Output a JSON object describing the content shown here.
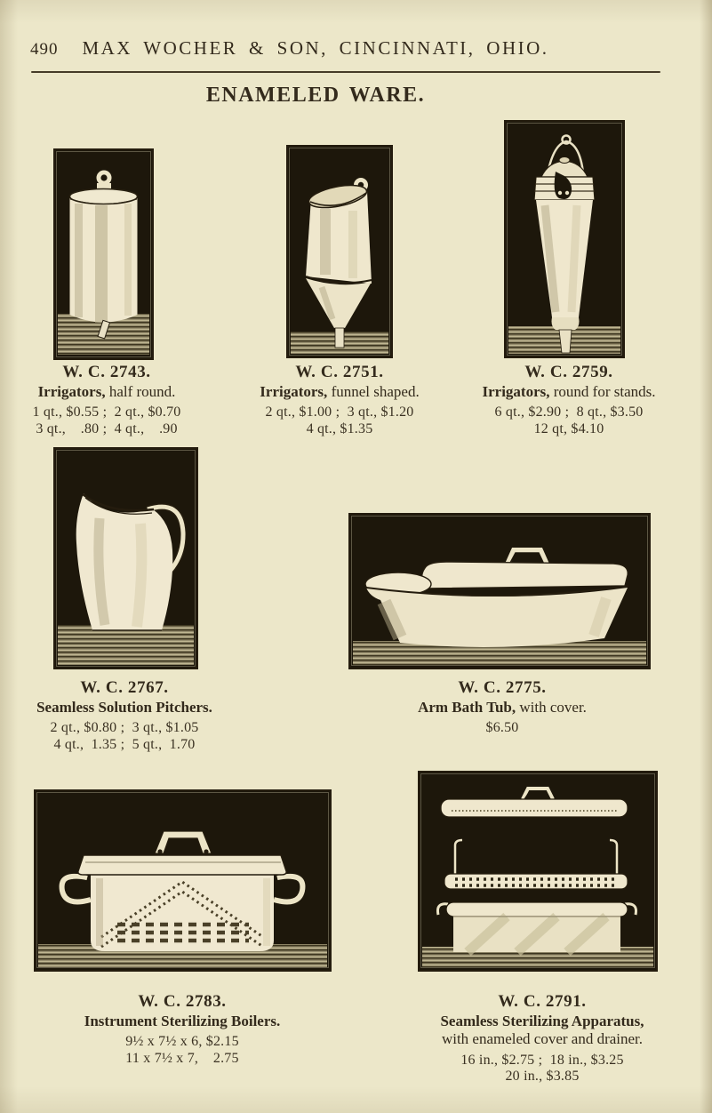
{
  "page": {
    "number": "490",
    "publisher": "MAX WOCHER & SON, CINCINNATI, OHIO.",
    "section_title": "ENAMELED WARE."
  },
  "colors": {
    "paper": "#ece7c9",
    "ink": "#332a1c",
    "engraving_background": "#1d170b",
    "engraving_cream": "#efe7cd"
  },
  "products": [
    {
      "code": "W. C. 2743.",
      "name_bold": "Irrigators,",
      "name_rest": " half round.",
      "prices": [
        "1 qt., $0.55 ;  2 qt., $0.70",
        "3 qt.,    .80 ;  4 qt.,    .90"
      ]
    },
    {
      "code": "W. C. 2751.",
      "name_bold": "Irrigators,",
      "name_rest": " funnel shaped.",
      "prices": [
        "2 qt., $1.00 ;  3 qt., $1.20",
        "4 qt., $1.35"
      ]
    },
    {
      "code": "W. C. 2759.",
      "name_bold": "Irrigators,",
      "name_rest": " round for stands.",
      "prices": [
        "6 qt., $2.90 ;  8 qt., $3.50",
        "12 qt, $4.10"
      ]
    },
    {
      "code": "W. C. 2767.",
      "name_bold": "Seamless Solution Pitchers.",
      "name_rest": "",
      "prices": [
        "2 qt., $0.80 ;  3 qt., $1.05",
        "4 qt.,  1.35 ;  5 qt.,  1.70"
      ]
    },
    {
      "code": "W. C. 2775.",
      "name_bold": "Arm Bath Tub,",
      "name_rest": " with cover.",
      "prices": [
        "$6.50"
      ]
    },
    {
      "code": "W. C. 2783.",
      "name_bold": "Instrument Sterilizing Boilers.",
      "name_rest": "",
      "prices": [
        "9½ x 7½ x 6, $2.15",
        "11 x 7½ x 7,    2.75"
      ]
    },
    {
      "code": "W. C. 2791.",
      "name_bold": "Seamless Sterilizing Apparatus,",
      "name_rest": "",
      "name_line2": "with enameled cover and drainer.",
      "prices": [
        "16 in., $2.75 ;  18 in., $3.25",
        "20 in., $3.85"
      ]
    }
  ]
}
